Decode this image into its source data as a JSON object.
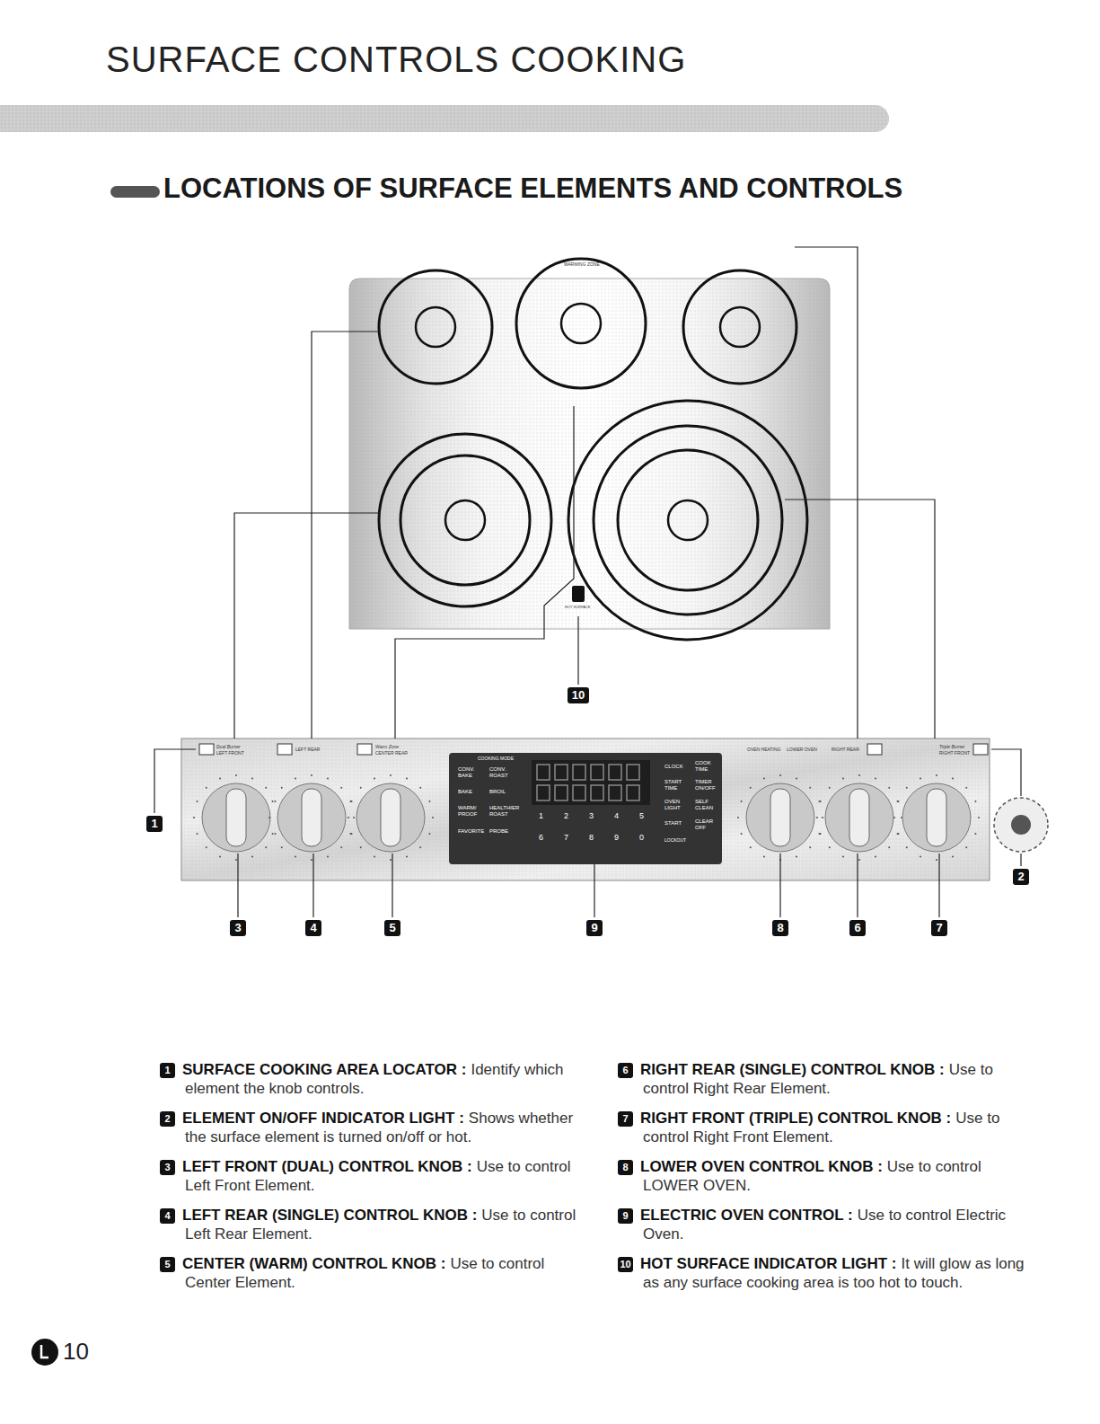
{
  "diagram": {
    "title": "SURFACE CONTROLS COOKING",
    "nodes": [
      {
        "text": [
          "10"
        ]
      },
      {
        "text": [
          "1"
        ]
      },
      {
        "text": [
          "2"
        ]
      },
      {
        "text": [
          "3"
        ]
      },
      {
        "text": [
          "4"
        ]
      },
      {
        "text": [
          "5"
        ]
      },
      {
        "text": [
          "9"
        ]
      },
      {
        "text": [
          "8"
        ]
      },
      {
        "text": [
          "6"
        ]
      },
      {
        "text": [
          "7"
        ]
      },
      {
        "text": [
          "1",
          "SURFACE COOKING AREA LOCATOR :",
          "Identify which element the knob controls."
        ]
      },
      {
        "text": [
          "2",
          "ELEMENT ON/OFF INDICATOR LIGHT :",
          "Shows whether the surface element is turned on/off or hot."
        ]
      },
      {
        "text": [
          "3",
          "LEFT FRONT (DUAL) CONTROL KNOB :",
          "Use to control Left Front Element."
        ]
      },
      {
        "text": [
          "4",
          "LEFT REAR (SINGLE) CONTROL KNOB :",
          "Use to control Left Rear Element."
        ]
      },
      {
        "text": [
          "5",
          "CENTER (WARM) CONTROL KNOB :",
          "Use to control Center Element."
        ]
      },
      {
        "text": [
          "6",
          "RIGHT REAR (SINGLE) CONTROL KNOB :",
          "Use to control Right Rear Element."
        ]
      },
      {
        "text": [
          "7",
          "RIGHT FRONT (TRIPLE) CONTROL KNOB :",
          "Use to control Right Front Element."
        ]
      },
      {
        "text": [
          "8",
          "LOWER OVEN CONTROL KNOB :",
          "Use to control LOWER OVEN."
        ]
      },
      {
        "text": [
          "9",
          "ELECTRIC OVEN CONTROL :",
          "Use to control Electric Oven."
        ]
      },
      {
        "text": [
          "10",
          "HOT SURFACE INDICATOR LIGHT :",
          "It will glow as long as any surface cooking area is too hot to touch."
        ]
      }
    ],
    "labels": [
      "LOCATIONS OF SURFACE ELEMENTS AND CONTROLS",
      "WARMING ZONE",
      "HOT SURFACE",
      "Dual Burner",
      "LEFT FRONT",
      "LEFT REAR",
      "Warm Zone",
      "CENTER REAR",
      "COOKING MODE",
      "CONV. BAKE",
      "CONV. ROAST",
      "BAKE",
      "BROIL",
      "WARM/ PROOF",
      "HEALTHIER ROAST",
      "FAVORITE",
      "PROBE",
      "1",
      "2",
      "3",
      "4",
      "5",
      "6",
      "7",
      "8",
      "9",
      "0",
      "CLOCK",
      "COOK TIME",
      "START TIME",
      "TIMER ON/OFF",
      "OVEN LIGHT",
      "SELF CLEAN",
      "START",
      "CLEAR OFF",
      "LOCKOUT",
      "OVEN HEATING",
      "LOWER OVEN",
      "RIGHT REAR",
      "Triple Burner",
      "RIGHT FRONT",
      "10"
    ]
  }
}
